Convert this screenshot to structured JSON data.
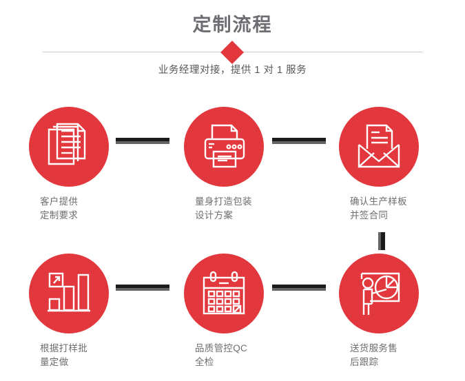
{
  "header": {
    "title": "定制流程",
    "subtitle": "业务经理对接，提供 1 对 1 服务",
    "accent_color": "#e2383d",
    "title_color": "#6d6e71",
    "divider_color": "#c9c9c9"
  },
  "flow": {
    "connector_dark_color": "#1b1b1b",
    "connector_light_color": "#636466",
    "circle_color": "#e2383d",
    "label_color": "#6d6e71",
    "steps": [
      {
        "index": 1,
        "icon": "documents-stack-icon",
        "label_line1": "客户提供",
        "label_line2": "定制要求"
      },
      {
        "index": 2,
        "icon": "printer-icon",
        "label_line1": "量身打造包装",
        "label_line2": "设计方案"
      },
      {
        "index": 3,
        "icon": "envelope-document-icon",
        "label_line1": "确认生产样板",
        "label_line2": "并签合同"
      },
      {
        "index": 4,
        "icon": "bar-chart-growth-icon",
        "label_line1": "根据打样批",
        "label_line2": "量定做"
      },
      {
        "index": 5,
        "icon": "calendar-icon",
        "label_line1": "品质管控QC",
        "label_line2": "全检"
      },
      {
        "index": 6,
        "icon": "presentation-pie-chart-icon",
        "label_line1": "送货服务售",
        "label_line2": "后跟踪"
      }
    ]
  }
}
